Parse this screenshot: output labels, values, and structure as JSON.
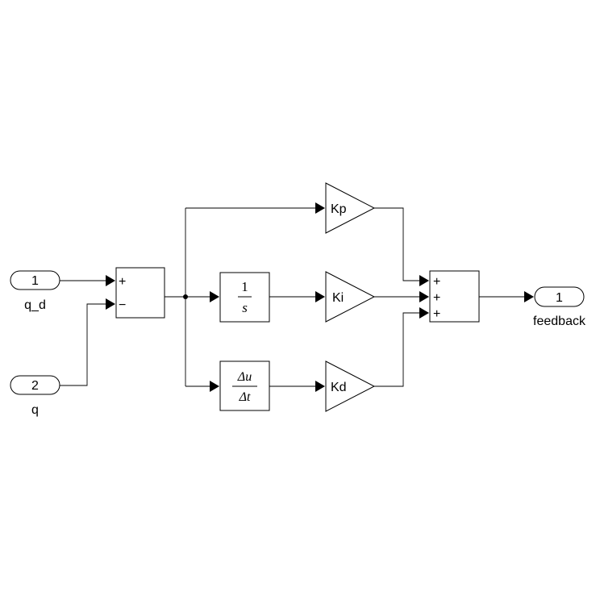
{
  "inports": [
    {
      "number": "1",
      "label": "q_d"
    },
    {
      "number": "2",
      "label": "q"
    }
  ],
  "outport": {
    "number": "1",
    "label": "feedback"
  },
  "error_sum": {
    "signs": [
      "+",
      "−"
    ]
  },
  "integrator": {
    "numerator": "1",
    "denominator": "s"
  },
  "derivative": {
    "numerator": "Δu",
    "denominator": "Δt"
  },
  "gains": {
    "proportional": "Kp",
    "integral": "Ki",
    "derivative": "Kd"
  },
  "output_sum": {
    "signs": [
      "+",
      "+",
      "+"
    ]
  },
  "icons": [
    "inport-icon",
    "outport-icon",
    "sum-icon",
    "gain-icon",
    "integrator-icon",
    "derivative-icon",
    "branch-point-icon",
    "arrowhead-icon"
  ]
}
